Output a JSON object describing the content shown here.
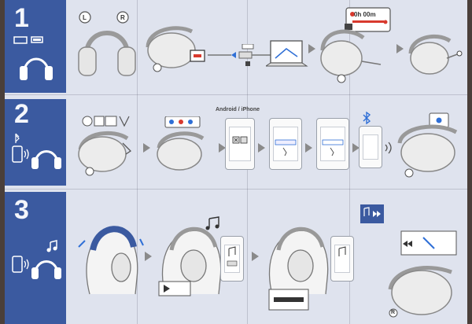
{
  "steps": [
    {
      "number": "1"
    },
    {
      "number": "2"
    },
    {
      "number": "3"
    }
  ],
  "step2": {
    "platform_label": "Android / iPhone"
  },
  "step1": {
    "left_marker": "L",
    "right_marker": "R",
    "timer_text": "0h 00m"
  },
  "step3": {
    "right_marker": "R"
  },
  "colors": {
    "sidebar": "#3b5aa0",
    "sheet": "#dfe3ee",
    "accent_red": "#d83a2e",
    "accent_blue": "#2f6fd6"
  }
}
